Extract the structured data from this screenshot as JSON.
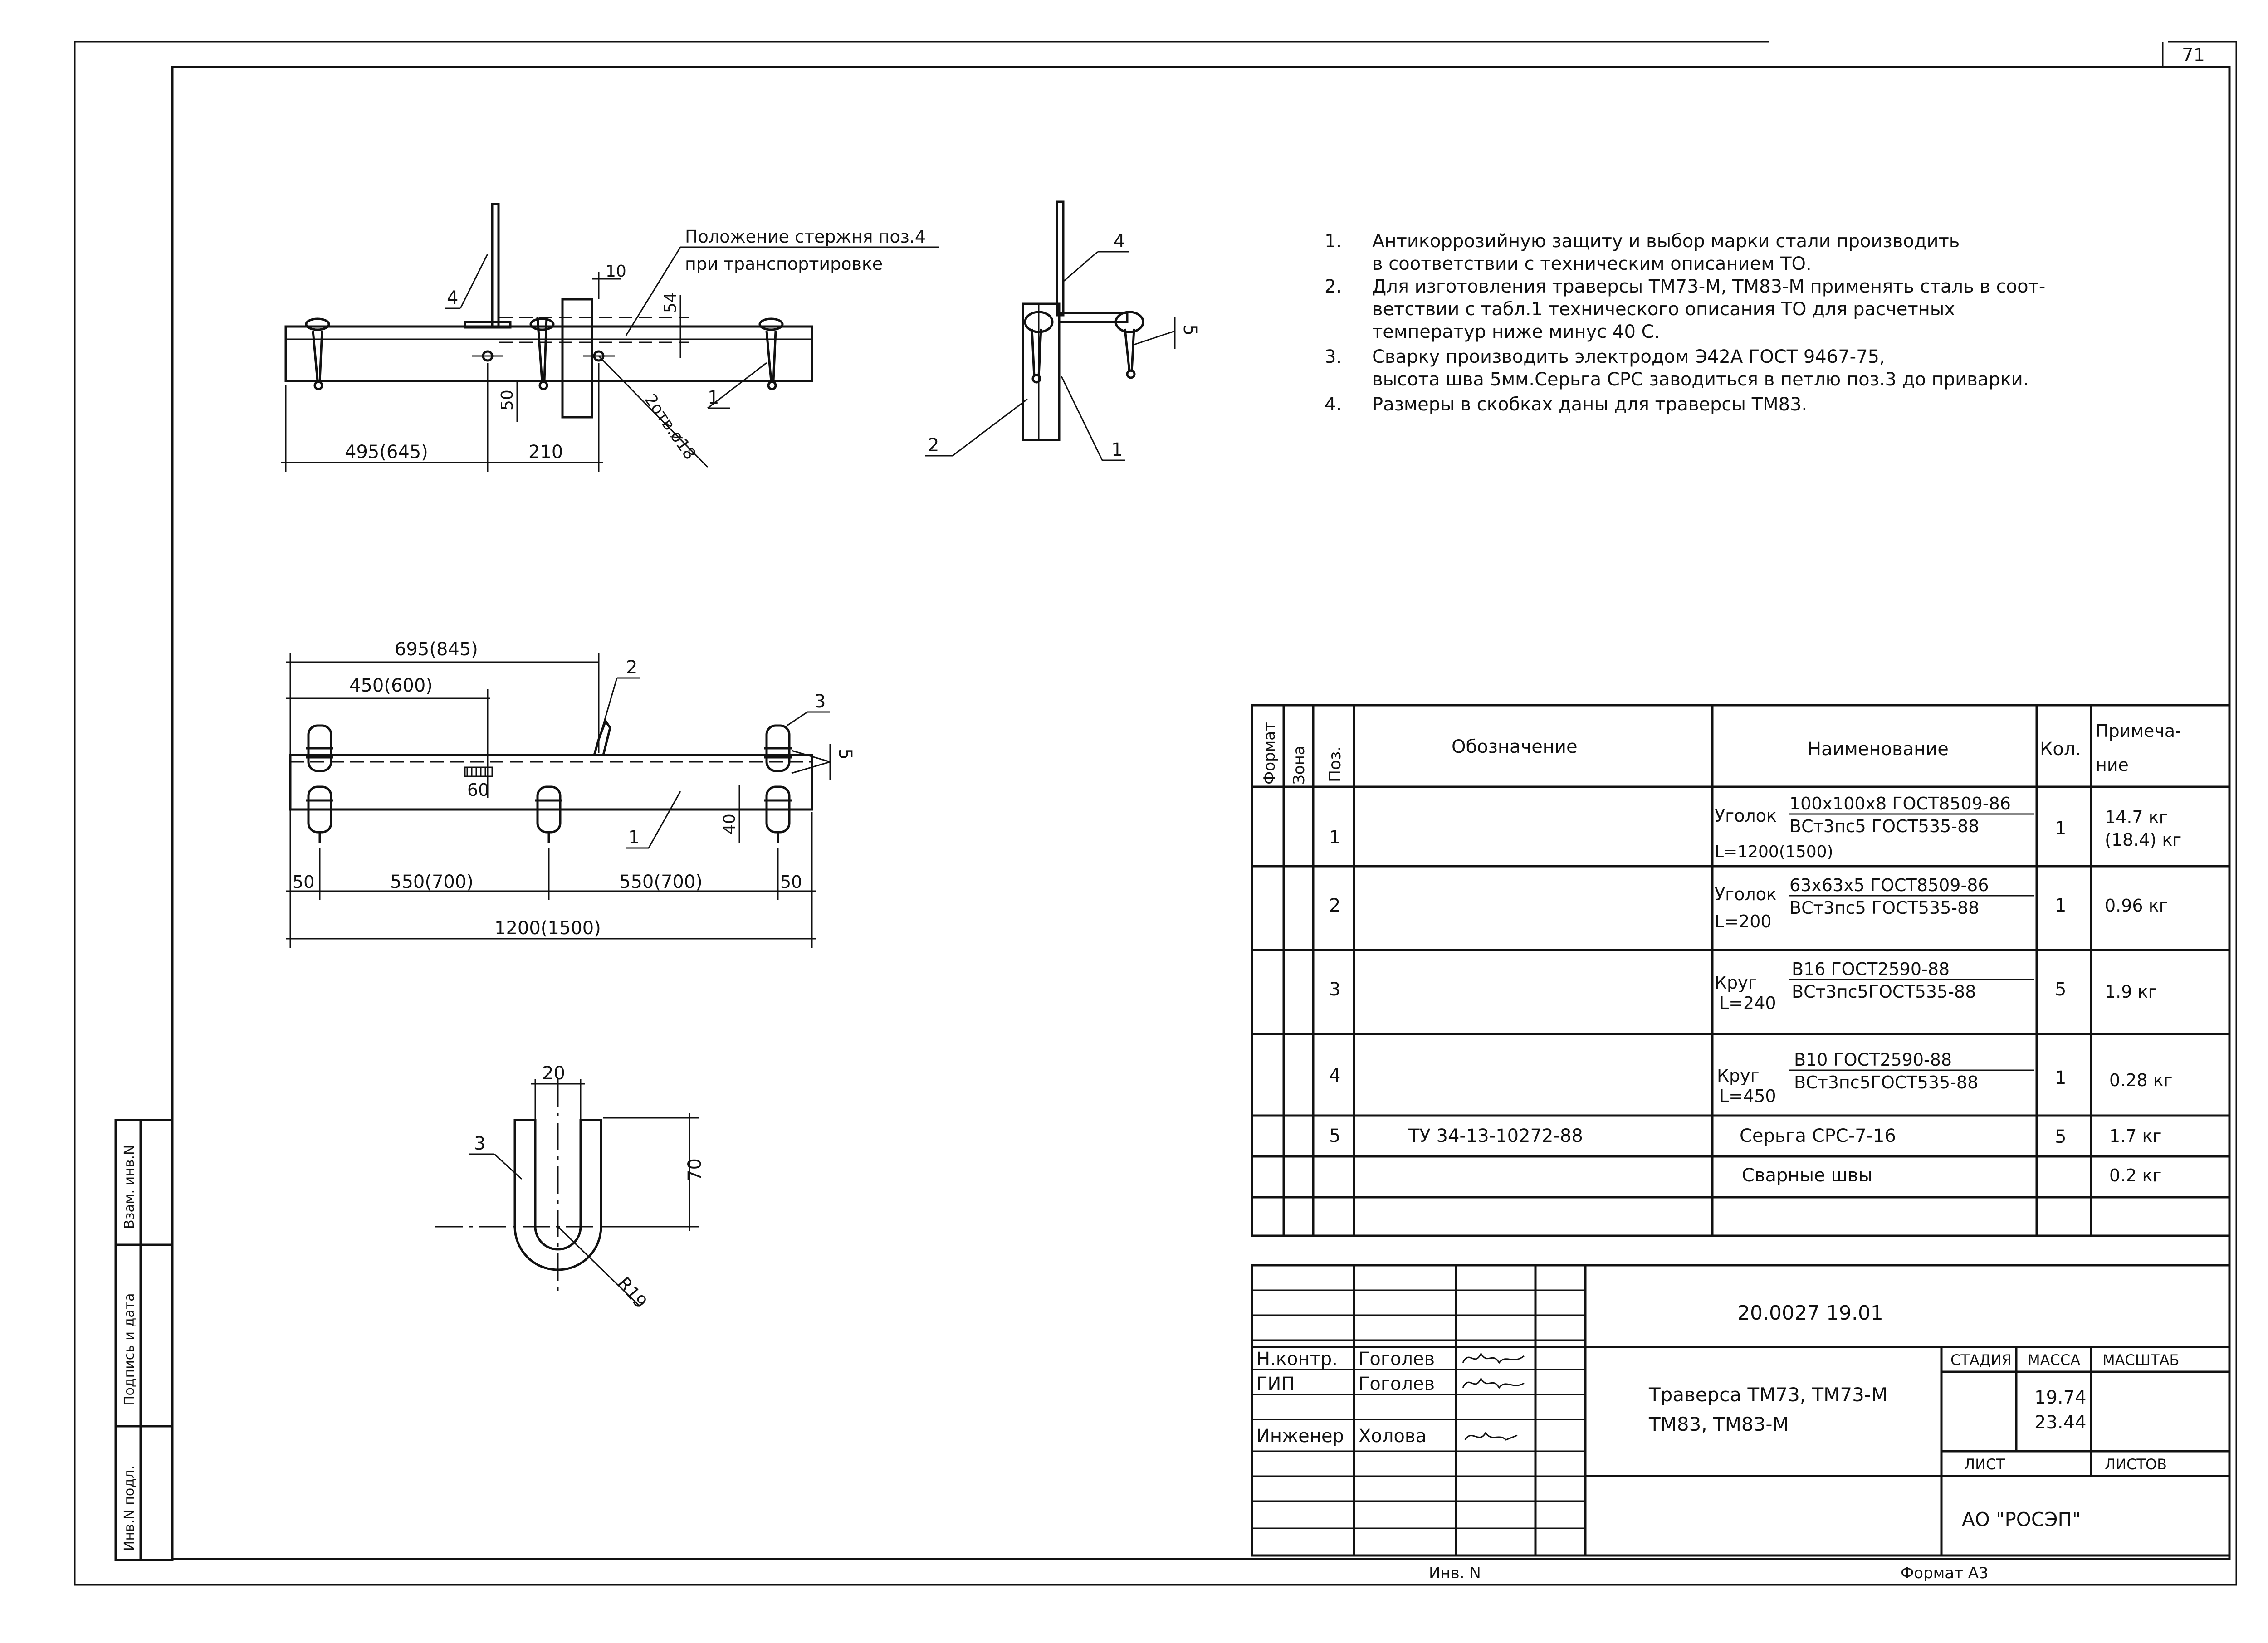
{
  "page_number": "71",
  "side_stamp": {
    "col1": "Взам. инв.N",
    "col2": "Подпись и дата",
    "col3": "Инв.N подл."
  },
  "view1": {
    "note": "Положение стержня поз.4",
    "note2": "при транспортировке",
    "dims": {
      "d10": "10",
      "d54": "54",
      "d50": "50",
      "d495": "495(645)",
      "d210": "210",
      "holes": "2отв.ø18"
    },
    "callouts": {
      "p4": "4",
      "p1": "1"
    }
  },
  "view2": {
    "callouts": {
      "p4": "4",
      "p5": "5",
      "p2": "2",
      "p1": "1"
    }
  },
  "view3": {
    "dims": {
      "d695": "695(845)",
      "d450": "450(600)",
      "d60": "60",
      "d40": "40",
      "d50a": "50",
      "d550a": "550(700)",
      "d550b": "550(700)",
      "d50b": "50",
      "d1200": "1200(1500)"
    },
    "callouts": {
      "p2": "2",
      "p3": "3",
      "p5": "5",
      "p1": "1"
    }
  },
  "view4": {
    "dims": {
      "d20": "20",
      "d70": "70",
      "r19": "R19"
    },
    "callouts": {
      "p3": "3"
    }
  },
  "notes": [
    {
      "n": "1.",
      "lines": [
        "Антикоррозийную защиту и выбор марки стали производить",
        "в соответствии с техническим описанием ТО."
      ]
    },
    {
      "n": "2.",
      "lines": [
        "Для изготовления траверсы ТМ73-М, ТМ83-М применять сталь в соот-",
        "ветствии с табл.1 технического описания ТО для расчетных",
        "температур ниже минус 40 С."
      ]
    },
    {
      "n": "3.",
      "lines": [
        "Сварку производить электродом Э42А ГОСТ 9467-75,",
        "высота шва 5мм.Серьга СРС заводиться в петлю поз.3 до приварки."
      ]
    },
    {
      "n": "4.",
      "lines": [
        "Размеры в скобках даны для траверсы ТМ83."
      ]
    }
  ],
  "spec": {
    "headers": {
      "format": "Формат",
      "zone": "Зона",
      "pos": "Поз.",
      "designation": "Обозначение",
      "name": "Наименование",
      "qty": "Кол.",
      "note1": "Примеча-",
      "note2": "ние"
    },
    "rows": [
      {
        "pos": "1",
        "designation": "",
        "prefix": "Уголок",
        "top": "100х100х8 ГОСТ8509-86",
        "bottom": "ВСт3пс5 ГОСТ535-88",
        "length": "L=1200(1500)",
        "qty": "1",
        "note1": "14.7 кг",
        "note2": "(18.4) кг"
      },
      {
        "pos": "2",
        "designation": "",
        "prefix": "Уголок",
        "top": "63х63х5 ГОСТ8509-86",
        "bottom": "ВСт3пс5 ГОСТ535-88",
        "length": "L=200",
        "qty": "1",
        "note1": "0.96 кг",
        "note2": ""
      },
      {
        "pos": "3",
        "designation": "",
        "prefix": "Круг",
        "top": "В16 ГОСТ2590-88",
        "bottom": "ВСт3пс5ГОСТ535-88",
        "length": "L=240",
        "qty": "5",
        "note1": "1.9 кг",
        "note2": ""
      },
      {
        "pos": "4",
        "designation": "",
        "prefix": "Круг",
        "top": "В10 ГОСТ2590-88",
        "bottom": "ВСт3пс5ГОСТ535-88",
        "length": "L=450",
        "qty": "1",
        "note1": "0.28 кг",
        "note2": ""
      },
      {
        "pos": "5",
        "designation": "ТУ 34-13-10272-88",
        "name": "Серьга СРС-7-16",
        "qty": "5",
        "note1": "1.7 кг"
      },
      {
        "pos": "",
        "designation": "",
        "name": "Сварные швы",
        "qty": "",
        "note1": "0.2 кг"
      }
    ]
  },
  "title_block": {
    "code": "20.0027 19.01",
    "title_line1": "Траверса ТМ73, ТМ73-М",
    "title_line2": "ТМ83, ТМ83-М",
    "stage_label": "СТАДИЯ",
    "mass_label": "МАССА",
    "scale_label": "МАСШТАБ",
    "mass1": "19.74",
    "mass2": "23.44",
    "sheet_label": "ЛИСТ",
    "sheets_label": "ЛИСТОВ",
    "org": "АО \"РОСЭП\"",
    "people": [
      {
        "role": "Н.контр.",
        "name": "Гоголев"
      },
      {
        "role": "ГИП",
        "name": "Гоголев"
      },
      {
        "role": "Инженер",
        "name": "Холова"
      }
    ]
  },
  "footer": {
    "inv": "Инв. N",
    "format": "Формат А3"
  }
}
